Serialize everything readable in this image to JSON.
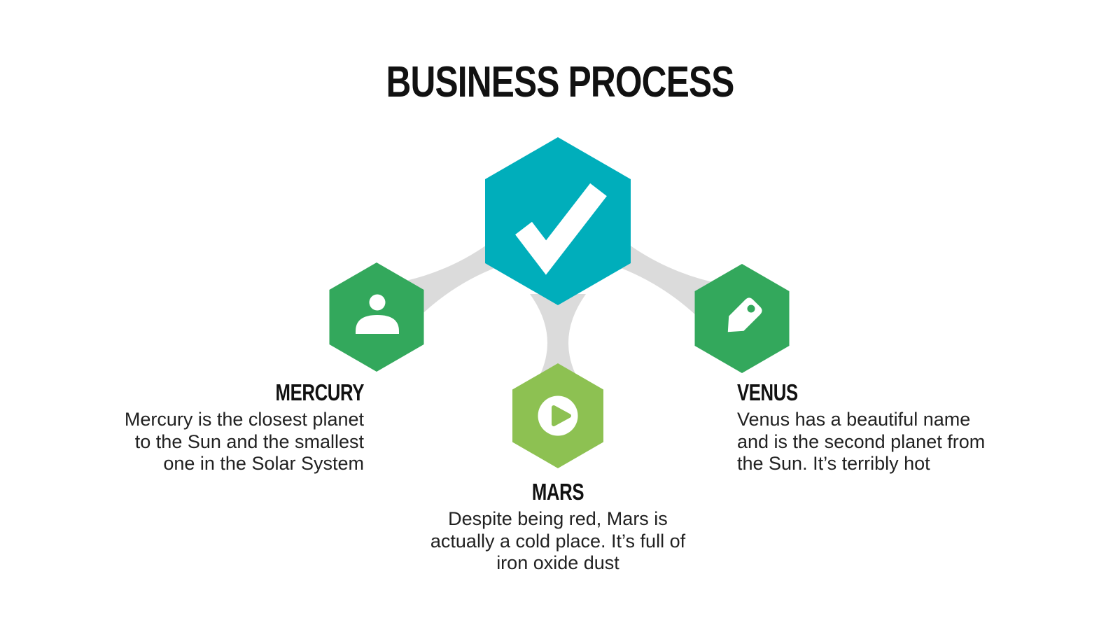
{
  "title": "BUSINESS PROCESS",
  "colors": {
    "hub": "#00AEBB",
    "mercury": "#33A85C",
    "venus": "#33A85C",
    "mars": "#8DC152",
    "connector": "#DBDBDB",
    "icon": "#FFFFFF",
    "heading_text": "#111111",
    "body_text": "#212121",
    "background": "#FFFFFF"
  },
  "hub": {
    "icon": "checkmark-icon"
  },
  "nodes": [
    {
      "id": "mercury",
      "title": "MERCURY",
      "description": "Mercury is the closest planet to the Sun and the smallest one in the Solar System",
      "icon": "person-icon"
    },
    {
      "id": "venus",
      "title": "VENUS",
      "description": "Venus has a beautiful name and is the second planet from the Sun. It’s terribly hot",
      "icon": "tag-icon"
    },
    {
      "id": "mars",
      "title": "MARS",
      "description": "Despite being red, Mars is actually a cold place. It’s full of iron oxide dust",
      "icon": "play-icon"
    }
  ]
}
